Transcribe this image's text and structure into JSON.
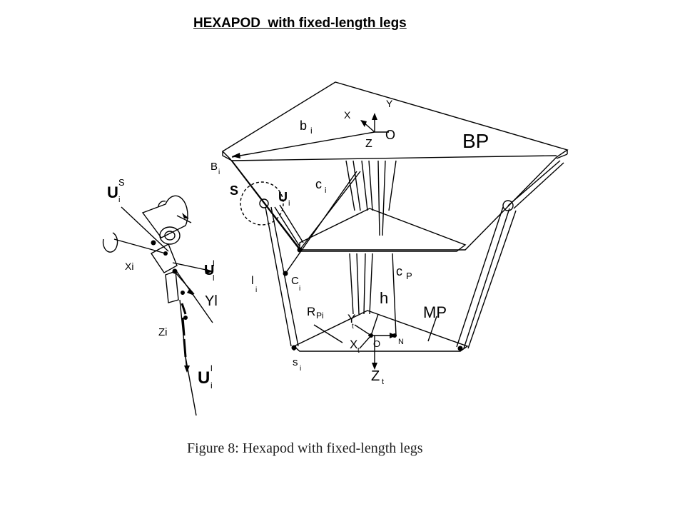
{
  "title": "HEXAPOD  with fixed-length legs",
  "caption": "Figure 8: Hexapod with fixed-length legs",
  "labels": {
    "Y": "Y",
    "X": "X",
    "Z": "Z",
    "O": "O",
    "b": "b",
    "b_sub": "i",
    "BP": "BP",
    "B": "B",
    "B_sub": "i",
    "S": "S",
    "c": "c",
    "c_sub": "i",
    "U_main": "U",
    "U_sub": "i",
    "l": "l",
    "l_sub": "i",
    "C": "C",
    "C_sub": "i",
    "cP": "c",
    "cP_sub": "P",
    "h": "h",
    "MP": "MP",
    "R": "R",
    "R_sub": "Pi",
    "Yt": "Y",
    "Yt_sub": "t",
    "Xt": "X",
    "Xt_sub": "t",
    "Ot": "O",
    "N": "N",
    "s": "s",
    "s_sub": "i",
    "Zt": "Z",
    "Zt_sub": "t",
    "US": "U",
    "US_sup": "S",
    "US_sub": "i",
    "Xi": "Xi",
    "Ul": "U",
    "Ul_sup": "l",
    "Ul_sub": "l",
    "Yl": "Yl",
    "Zi": "Zi",
    "Ul2": "U",
    "Ul2_sup": "l",
    "Ul2_sub": "i"
  }
}
